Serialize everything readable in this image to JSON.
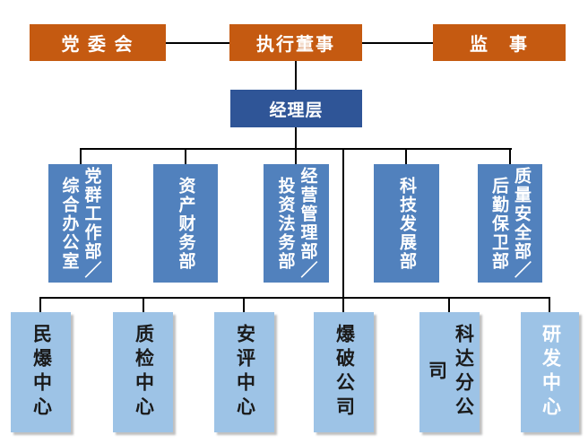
{
  "colors": {
    "top_row_orange": "#C55A11",
    "management_dark_blue": "#2F5597",
    "department_blue": "#5181BD",
    "unit_light_blue": "#9DC3E6",
    "connector_line": "#000000",
    "text_white": "#FFFFFF",
    "text_black": "#1A1A1A",
    "background": "#FFFFFF"
  },
  "org_chart": {
    "top_row": [
      {
        "label": "党 委 会"
      },
      {
        "label": "执行董事"
      },
      {
        "label": "监　事"
      }
    ],
    "management": {
      "label": "经理层"
    },
    "departments": [
      {
        "lines": [
          "党群工作部／",
          "综合办公室"
        ]
      },
      {
        "lines": [
          "资产财务部"
        ]
      },
      {
        "lines": [
          "经营管理部／",
          "投资法务部"
        ]
      },
      {
        "lines": [
          "科技发展部"
        ]
      },
      {
        "lines": [
          "质量安全部／",
          "后勤保卫部"
        ]
      }
    ],
    "units": [
      {
        "label": "民爆中心"
      },
      {
        "label": "质检中心"
      },
      {
        "label": "安评中心"
      },
      {
        "label": "爆破公司"
      },
      {
        "label": "科达分公司"
      },
      {
        "label": "研发中心"
      }
    ]
  }
}
